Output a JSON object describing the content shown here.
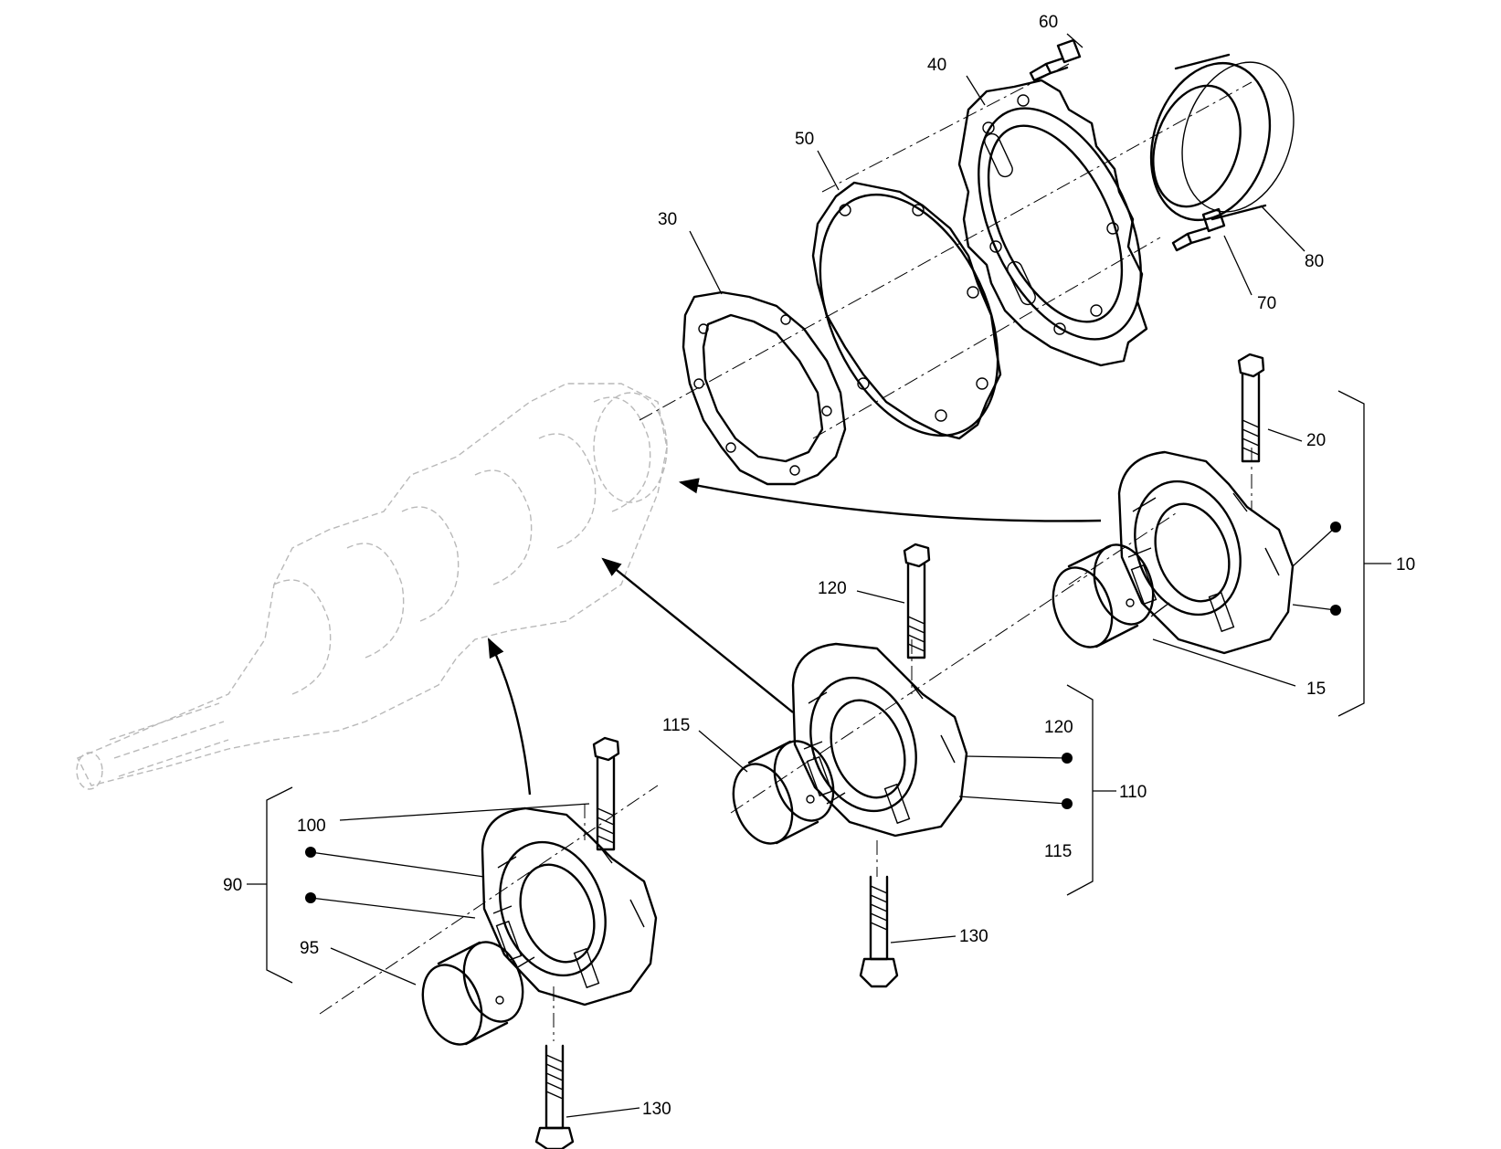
{
  "callouts": {
    "c10": "10",
    "c15": "15",
    "c20": "20",
    "c30": "30",
    "c40": "40",
    "c50": "50",
    "c60": "60",
    "c70": "70",
    "c80": "80",
    "c90": "90",
    "c95": "95",
    "c100": "100",
    "c110": "110",
    "c115a": "115",
    "c115b": "115",
    "c120a": "120",
    "c120b": "120",
    "c130a": "130",
    "c130b": "130"
  }
}
